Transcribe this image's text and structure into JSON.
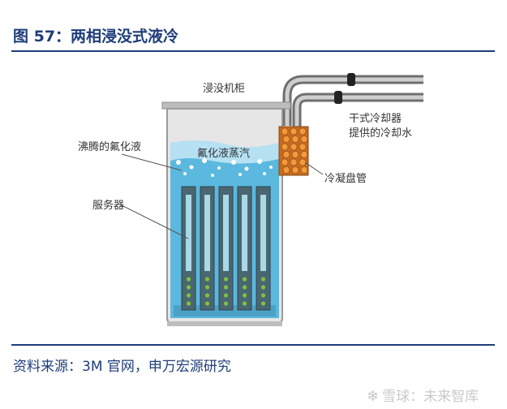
{
  "header": {
    "title": "图 57：两相浸没式液冷"
  },
  "diagram": {
    "labels": {
      "cabinet": "浸没机柜",
      "fluid": "沸腾的氟化液",
      "vapor": "氟化液蒸汽",
      "servers": "服务器",
      "dry_cooler": "干式冷却器",
      "chilled_water": "提供的冷却水",
      "coil": "冷凝盘管"
    },
    "server_count": 5,
    "colors": {
      "liquid": "#5bb8de",
      "tank": "#e8e8e8",
      "coil": "#e9822a",
      "pipe": "#7a7a7a",
      "led": "#7cc242"
    }
  },
  "footer": {
    "source": "资料来源：3M 官网，申万宏源研究",
    "watermark": "雪球：未来智库",
    "watermark_icon": "snowball-logo-icon"
  }
}
